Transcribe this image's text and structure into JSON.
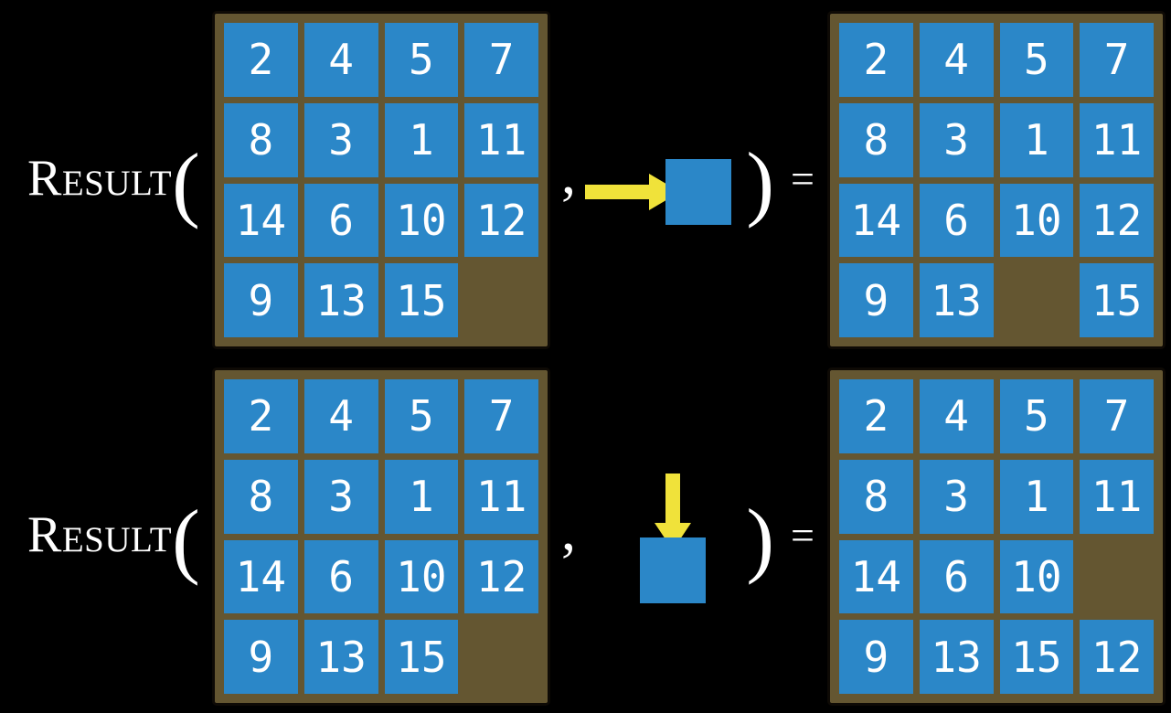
{
  "colors": {
    "background": "#000000",
    "board_brown": "#645631",
    "board_border": "#0e0a05",
    "tile_blue": "#2b87c8",
    "tile_text": "#ffffff",
    "arrow_yellow": "#f0e23a",
    "label_text": "#ffffff"
  },
  "function": {
    "name": "Result",
    "open_paren": "(",
    "comma": ",",
    "close_paren": ")",
    "equals": "="
  },
  "examples": [
    {
      "action": {
        "name": "slide-tile-right",
        "direction": "right",
        "icon": "yellow-arrow-right-into-blue-square"
      },
      "initial": [
        [
          2,
          4,
          5,
          7
        ],
        [
          8,
          3,
          1,
          11
        ],
        [
          14,
          6,
          10,
          12
        ],
        [
          9,
          13,
          15,
          null
        ]
      ],
      "result": [
        [
          2,
          4,
          5,
          7
        ],
        [
          8,
          3,
          1,
          11
        ],
        [
          14,
          6,
          10,
          12
        ],
        [
          9,
          13,
          null,
          15
        ]
      ]
    },
    {
      "action": {
        "name": "slide-tile-down",
        "direction": "down",
        "icon": "yellow-arrow-down-into-blue-square"
      },
      "initial": [
        [
          2,
          4,
          5,
          7
        ],
        [
          8,
          3,
          1,
          11
        ],
        [
          14,
          6,
          10,
          12
        ],
        [
          9,
          13,
          15,
          null
        ]
      ],
      "result": [
        [
          2,
          4,
          5,
          7
        ],
        [
          8,
          3,
          1,
          11
        ],
        [
          14,
          6,
          10,
          null
        ],
        [
          9,
          13,
          15,
          12
        ]
      ]
    }
  ]
}
